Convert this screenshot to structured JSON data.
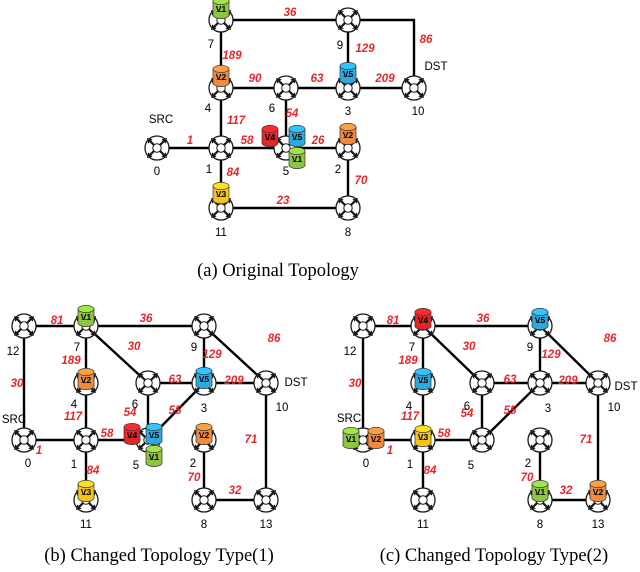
{
  "panels": [
    {
      "caption": "(a) Original Topology",
      "node_labels": {
        "0": "0",
        "1": "1",
        "2": "2",
        "3": "3",
        "4": "4",
        "5": "5",
        "6": "6",
        "7": "7",
        "8": "8",
        "9": "9",
        "10": "10",
        "11": "11"
      },
      "src_label": "SRC",
      "dst_label": "DST",
      "edges": [
        {
          "from": "0",
          "to": "1",
          "weight": "1"
        },
        {
          "from": "1",
          "to": "4",
          "weight": "117"
        },
        {
          "from": "4",
          "to": "7",
          "weight": "189"
        },
        {
          "from": "7",
          "to": "9",
          "weight": "36"
        },
        {
          "from": "9",
          "to": "10",
          "weight": "86"
        },
        {
          "from": "4",
          "to": "6",
          "weight": "90"
        },
        {
          "from": "6",
          "to": "3",
          "weight": "63"
        },
        {
          "from": "9",
          "to": "3",
          "weight": "129"
        },
        {
          "from": "3",
          "to": "10",
          "weight": "209"
        },
        {
          "from": "6",
          "to": "5",
          "weight": "54"
        },
        {
          "from": "1",
          "to": "5",
          "weight": "58"
        },
        {
          "from": "5",
          "to": "2",
          "weight": "26"
        },
        {
          "from": "1",
          "to": "11",
          "weight": "84"
        },
        {
          "from": "11",
          "to": "8",
          "weight": "23"
        },
        {
          "from": "8",
          "to": "2",
          "weight": "70"
        }
      ],
      "vnfs": [
        {
          "text": "V1",
          "color": "#8cc63f"
        },
        {
          "text": "V2",
          "color": "#f08a3c"
        },
        {
          "text": "V5",
          "color": "#29abe2"
        },
        {
          "text": "V4",
          "color": "#e5252a"
        },
        {
          "text": "V5",
          "color": "#29abe2"
        },
        {
          "text": "V1",
          "color": "#8cc63f"
        },
        {
          "text": "V2",
          "color": "#f08a3c"
        },
        {
          "text": "V3",
          "color": "#f7c31a"
        }
      ]
    },
    {
      "caption": "(b) Changed Topology Type(1)",
      "node_labels": {
        "0": "0",
        "1": "1",
        "2": "2",
        "3": "3",
        "4": "4",
        "5": "5",
        "6": "6",
        "7": "7",
        "8": "8",
        "9": "9",
        "10": "10",
        "11": "11",
        "12": "12",
        "13": "13"
      },
      "src_label": "SRC",
      "dst_label": "DST",
      "edges": [
        {
          "from": "0",
          "to": "1",
          "weight": "1"
        },
        {
          "from": "12",
          "to": "0",
          "weight": "30"
        },
        {
          "from": "12",
          "to": "7",
          "weight": "81"
        },
        {
          "from": "7",
          "to": "9",
          "weight": "36"
        },
        {
          "from": "9",
          "to": "10",
          "weight": "86"
        },
        {
          "from": "7",
          "to": "4",
          "weight": "189"
        },
        {
          "from": "4",
          "to": "1",
          "weight": "117"
        },
        {
          "from": "7",
          "to": "6",
          "weight": "30"
        },
        {
          "from": "6",
          "to": "3",
          "weight": "63"
        },
        {
          "from": "9",
          "to": "3",
          "weight": "129"
        },
        {
          "from": "3",
          "to": "10",
          "weight": "209"
        },
        {
          "from": "6",
          "to": "5",
          "weight": "54"
        },
        {
          "from": "5",
          "to": "3",
          "weight": "55"
        },
        {
          "from": "1",
          "to": "5",
          "weight": "58"
        },
        {
          "from": "1",
          "to": "11",
          "weight": "84"
        },
        {
          "from": "2",
          "to": "8",
          "weight": "70"
        },
        {
          "from": "8",
          "to": "13",
          "weight": "32"
        },
        {
          "from": "10",
          "to": "13",
          "weight": "71"
        }
      ],
      "vnfs": [
        {
          "text": "V1",
          "color": "#8cc63f"
        },
        {
          "text": "V2",
          "color": "#f08a3c"
        },
        {
          "text": "V5",
          "color": "#29abe2"
        },
        {
          "text": "V4",
          "color": "#e5252a"
        },
        {
          "text": "V5",
          "color": "#29abe2"
        },
        {
          "text": "V1",
          "color": "#8cc63f"
        },
        {
          "text": "V2",
          "color": "#f08a3c"
        },
        {
          "text": "V3",
          "color": "#f7c31a"
        }
      ]
    },
    {
      "caption": "(c) Changed Topology Type(2)",
      "node_labels": {
        "0": "0",
        "1": "1",
        "2": "2",
        "3": "3",
        "4": "4",
        "5": "5",
        "6": "6",
        "7": "7",
        "8": "8",
        "9": "9",
        "10": "10",
        "11": "11",
        "12": "12",
        "13": "13"
      },
      "src_label": "SRC",
      "dst_label": "DST",
      "edges": [
        {
          "from": "0",
          "to": "1",
          "weight": "1"
        },
        {
          "from": "12",
          "to": "0",
          "weight": "30"
        },
        {
          "from": "12",
          "to": "7",
          "weight": "81"
        },
        {
          "from": "7",
          "to": "9",
          "weight": "36"
        },
        {
          "from": "9",
          "to": "10",
          "weight": "86"
        },
        {
          "from": "7",
          "to": "4",
          "weight": "189"
        },
        {
          "from": "4",
          "to": "1",
          "weight": "117"
        },
        {
          "from": "7",
          "to": "6",
          "weight": "30"
        },
        {
          "from": "6",
          "to": "3",
          "weight": "63"
        },
        {
          "from": "9",
          "to": "3",
          "weight": "129"
        },
        {
          "from": "3",
          "to": "10",
          "weight": "209"
        },
        {
          "from": "6",
          "to": "5",
          "weight": "54"
        },
        {
          "from": "5",
          "to": "3",
          "weight": "55"
        },
        {
          "from": "1",
          "to": "5",
          "weight": "58"
        },
        {
          "from": "1",
          "to": "11",
          "weight": "84"
        },
        {
          "from": "2",
          "to": "8",
          "weight": "70"
        },
        {
          "from": "8",
          "to": "13",
          "weight": "32"
        },
        {
          "from": "10",
          "to": "13",
          "weight": "71"
        }
      ],
      "vnfs": [
        {
          "text": "V4",
          "color": "#e5252a"
        },
        {
          "text": "V5",
          "color": "#29abe2"
        },
        {
          "text": "V5",
          "color": "#29abe2"
        },
        {
          "text": "V1",
          "color": "#8cc63f"
        },
        {
          "text": "V2",
          "color": "#f08a3c"
        },
        {
          "text": "V3",
          "color": "#f7c31a"
        },
        {
          "text": "V1",
          "color": "#8cc63f"
        },
        {
          "text": "V2",
          "color": "#f08a3c"
        }
      ]
    }
  ]
}
